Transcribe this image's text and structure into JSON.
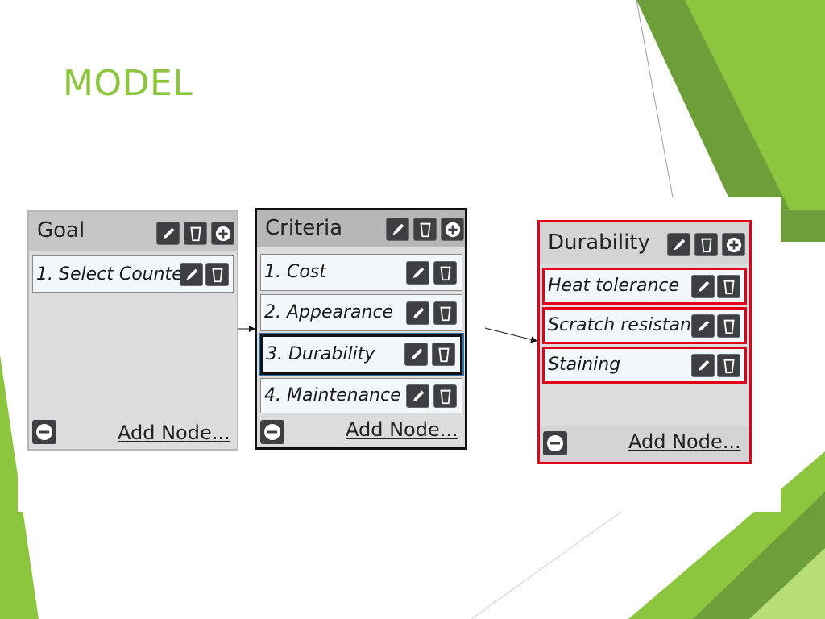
{
  "slide": {
    "title": "MODEL"
  },
  "panels": {
    "goal": {
      "title": "Goal",
      "nodes": [
        {
          "label": "1. Select Counte"
        }
      ],
      "add_node_label": "Add Node..."
    },
    "criteria": {
      "title": "Criteria",
      "nodes": [
        {
          "label": "1. Cost"
        },
        {
          "label": "2. Appearance"
        },
        {
          "label": "3. Durability"
        },
        {
          "label": "4. Maintenance"
        }
      ],
      "selected_node": "3. Durability",
      "add_node_label": "Add Node..."
    },
    "durability": {
      "title": "Durability",
      "nodes": [
        {
          "label": "Heat tolerance"
        },
        {
          "label": "Scratch resistan"
        },
        {
          "label": "Staining"
        }
      ],
      "add_node_label": "Add Node..."
    }
  },
  "icons": {
    "edit": "pencil-icon",
    "delete": "trash-icon",
    "add": "plus-icon",
    "remove": "minus-icon"
  },
  "colors": {
    "title_green": "#8cc63f",
    "highlight_red": "#e3001b",
    "selected_blue": "#2b6fae"
  }
}
